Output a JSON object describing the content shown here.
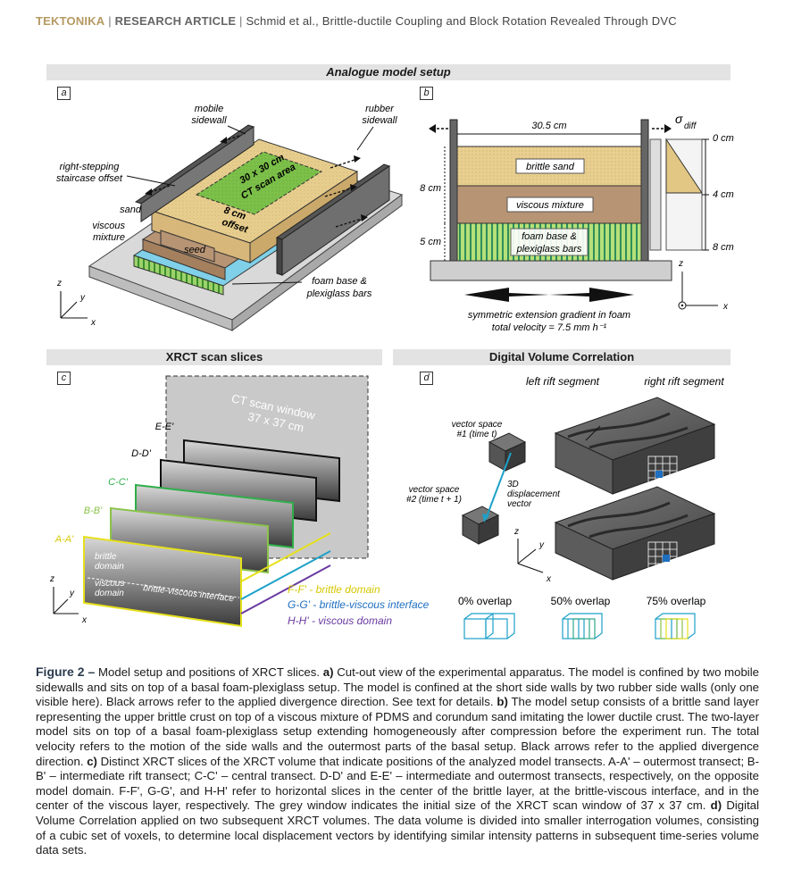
{
  "header": {
    "journal": "TEKTONIKA",
    "separator": "|",
    "article_type": "RESEARCH ARTICLE",
    "citation": "Schmid et al., Brittle-ductile Coupling and Block Rotation Revealed Through DVC"
  },
  "figure": {
    "top_bar": "Analogue model setup",
    "bar_c": "XRCT scan slices",
    "bar_d": "Digital Volume Correlation",
    "panel_labels": [
      "a",
      "b",
      "c",
      "d"
    ],
    "panel_a": {
      "mobile_sidewall": [
        "mobile",
        "sidewall"
      ],
      "rubber_sidewall": [
        "rubber",
        "sidewall"
      ],
      "staircase": [
        "right-stepping",
        "staircase offset"
      ],
      "ct_area": [
        "30 x 30 cm",
        "CT scan area"
      ],
      "offset": [
        "8 cm",
        "offset"
      ],
      "sand": "sand",
      "viscous": [
        "viscous",
        "mixture"
      ],
      "seed": "seed",
      "foam": [
        "foam base &",
        "plexiglass bars"
      ],
      "axes": [
        "z",
        "y",
        "x"
      ]
    },
    "panel_b": {
      "width": "30.5 cm",
      "sigma": "σ",
      "sigma_sub": "diff",
      "depths": [
        "0 cm",
        "4 cm",
        "8 cm"
      ],
      "heights": [
        "8 cm",
        "5 cm"
      ],
      "layers": [
        "brittle sand",
        "viscous mixture",
        "foam base &",
        "plexiglass bars"
      ],
      "gradient": [
        "symmetric extension gradient in foam",
        "total velocity = 7.5 mm h⁻¹"
      ],
      "axes": [
        "z",
        "x"
      ]
    },
    "panel_c": {
      "window": [
        "CT scan window",
        "37 x 37 cm"
      ],
      "slices": [
        "E-E'",
        "D-D'",
        "C-C'",
        "B-B'",
        "A-A'"
      ],
      "domains": [
        "brittle",
        "domain",
        "viscous",
        "domain",
        "brittle-viscous interface"
      ],
      "horizontal": [
        "F-F' - brittle domain",
        "G-G' - brittle-viscous interface",
        "H-H' - viscous domain"
      ],
      "axes": [
        "z",
        "y",
        "x"
      ]
    },
    "panel_d": {
      "left_rift": "left rift segment",
      "right_rift": "right rift segment",
      "vs1": [
        "vector space",
        "#1 (time t)"
      ],
      "vs2": [
        "vector space",
        "#2 (time t + 1)"
      ],
      "disp": [
        "3D",
        "displacement",
        "vector"
      ],
      "overlaps": [
        "0% overlap",
        "50% overlap",
        "75% overlap"
      ],
      "axes": [
        "z",
        "y",
        "x"
      ]
    },
    "colors": {
      "sand": "#e9cf8f",
      "green": "#7cc04a",
      "viscous": "#b79474",
      "foam": "#9bd36a",
      "cyan": "#1da1c8",
      "yellow": "#e6e11a",
      "purple": "#6a3aa0",
      "blue": "#1e6fc0"
    }
  },
  "caption": {
    "fig_label": "Figure 2 –",
    "intro": " Model setup and positions of XRCT slices. ",
    "a_label": "a)",
    "a_text": " Cut-out view of the experimental apparatus. The model is confined by two mobile sidewalls and sits on top of a basal foam-plexiglass setup. The model is confined at the short side walls by two rubber side walls (only one visible here). Black arrows refer to the applied divergence direction. See text for details. ",
    "b_label": "b)",
    "b_text": " The model setup consists of a brittle sand layer representing the upper brittle crust on top of a viscous mixture of PDMS and corundum sand imitating the lower ductile crust. The two-layer model sits on top of a basal foam-plexiglass setup extending homogeneously after compression before the experiment run. The total velocity refers to the motion of the side walls and the outermost parts of the basal setup. Black arrows refer to the applied divergence direction. ",
    "c_label": "c)",
    "c_text": " Distinct XRCT slices of the XRCT volume that indicate positions of the analyzed model transects. A-A' – outermost transect; B-B' – intermediate rift transect; C-C' – central transect. D-D' and E-E' – intermediate and outermost transects, respectively, on the opposite model domain. F-F', G-G', and H-H' refer to horizontal slices in the center of the brittle layer, at the brittle-viscous interface, and in the center of the viscous layer, respectively. The grey window indicates the initial size of the XRCT scan window of 37 x 37 cm. ",
    "d_label": "d)",
    "d_text": " Digital Volume Correlation applied on two subsequent XRCT volumes. The data volume is divided into smaller interrogation volumes, consisting of a cubic set of voxels, to determine local displacement vectors by identifying similar intensity patterns in subsequent time-series volume data sets."
  }
}
